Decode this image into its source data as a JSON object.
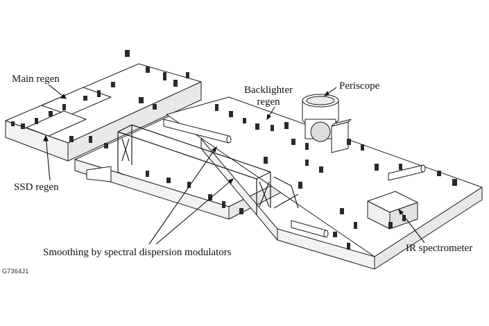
{
  "labels": {
    "main_regen": "Main regen",
    "backlighter_regen": "Backlighter\nregen",
    "periscope": "Periscope",
    "ssd_regen": "SSD regen",
    "smoothing": "Smoothing by spectral dispersion modulators",
    "ir_spectrometer": "IR spectrometer"
  },
  "figure_id": "G7364J1",
  "colors": {
    "line": "#1a1a1a",
    "fill": "#ffffff",
    "shade": "#dcdcdc",
    "dark": "#3a3a3a"
  }
}
